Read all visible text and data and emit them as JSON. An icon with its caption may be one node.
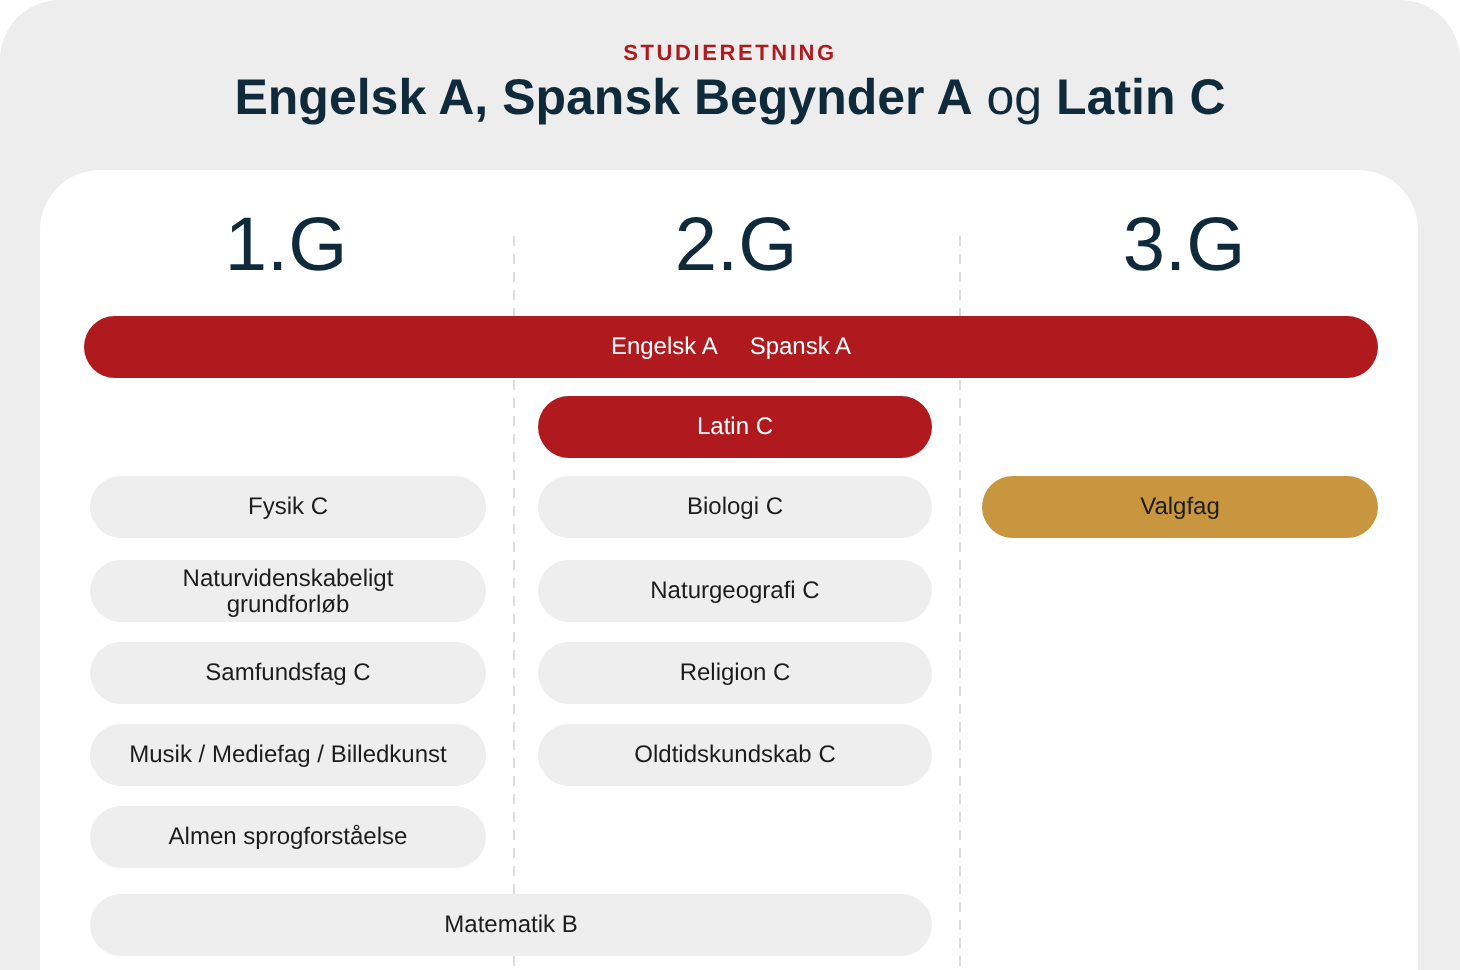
{
  "diagram": {
    "title": "**Engelsk A, Spansk Begynder A** og **Latin C**",
    "nodes": [
      {
        "text": [
          "Engelsk A",
          "Spansk A"
        ]
      },
      {
        "text": [
          "Latin C"
        ]
      },
      {
        "text": [
          "Fysik C"
        ]
      },
      {
        "text": [
          "Biologi C"
        ]
      },
      {
        "text": [
          "Valgfag"
        ]
      },
      {
        "text": [
          "Naturvidenskabeligt grundforløb"
        ]
      },
      {
        "text": [
          "Naturgeografi C"
        ]
      },
      {
        "text": [
          "Samfundsfag C"
        ]
      },
      {
        "text": [
          "Religion C"
        ]
      },
      {
        "text": [
          "Musik / Mediefag / Billedkunst"
        ]
      },
      {
        "text": [
          "Oldtidskundskab C"
        ]
      },
      {
        "text": [
          "Almen sprogforståelse"
        ]
      },
      {
        "text": [
          "Matematik B"
        ]
      }
    ],
    "labels": [
      "STUDIERETNING",
      "1.G",
      "2.G",
      "3.G"
    ]
  }
}
